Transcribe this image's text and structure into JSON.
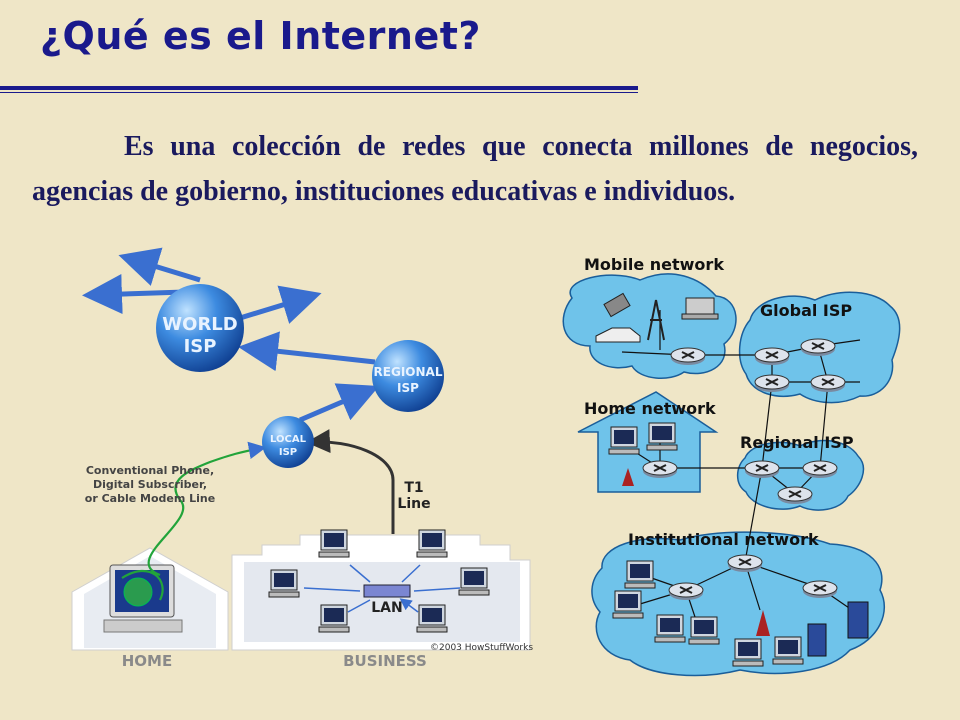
{
  "slide": {
    "title": "¿Qué es el Internet?",
    "body": "Es una colección de redes que conecta millones de negocios, agencias de gobierno, instituciones educativas e individuos."
  },
  "howstuffworks_diagram": {
    "world_isp_line1": "WORLD",
    "world_isp_line2": "ISP",
    "regional_isp_line1": "REGIONAL",
    "regional_isp_line2": "ISP",
    "local_isp_line1": "LOCAL",
    "local_isp_line2": "ISP",
    "connection_label_line1": "Conventional Phone,",
    "connection_label_line2": "Digital Subscriber,",
    "connection_label_line3": "or Cable Modem Line",
    "t1_line1": "T1",
    "t1_line2": "Line",
    "lan_label": "LAN",
    "home_label": "HOME",
    "business_label": "BUSINESS",
    "copyright": "©2003 HowStuffWorks"
  },
  "network_diagram": {
    "mobile_network": "Mobile network",
    "global_isp": "Global ISP",
    "home_network": "Home network",
    "regional_isp": "Regional ISP",
    "institutional_network": "Institutional network"
  },
  "colors": {
    "background": "#efe6c7",
    "title": "#1a1a8c",
    "cloud": "#6fc3ea",
    "sphere": "#2f7fd4"
  }
}
